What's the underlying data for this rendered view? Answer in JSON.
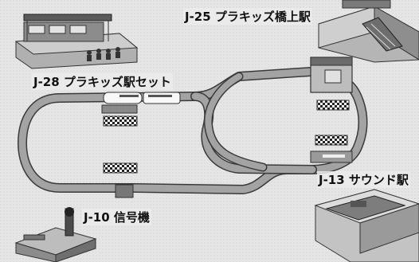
{
  "products": {
    "platform_set": {
      "label": "J-28 プラキッズ駅セット"
    },
    "overpass_station": {
      "label": "J-25 プラキッズ橋上駅"
    },
    "sound_station": {
      "label": "J-13 サウンド駅"
    },
    "signal": {
      "label": "J-10 信号機"
    }
  },
  "colors": {
    "background": "#e7e7e7",
    "track": "#9a9a9a",
    "track_edge": "#3a3a3a",
    "building": "#b5b5b5",
    "dark": "#4a4a4a",
    "text": "#111111"
  }
}
